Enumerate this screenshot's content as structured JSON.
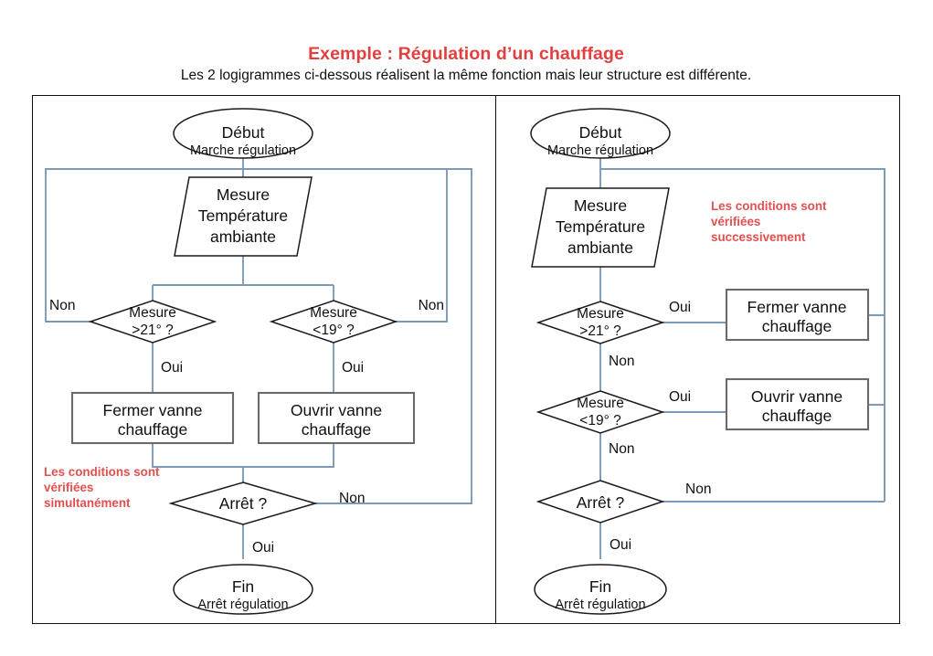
{
  "header": {
    "title": "Exemple : Régulation d’un chauffage",
    "subtitle": "Les 2 logigrammes ci-dessous réalisent la même fonction mais leur structure est différente."
  },
  "labels": {
    "oui": "Oui",
    "non": "Non"
  },
  "left_panel": {
    "note": [
      "Les conditions sont",
      "vérifiées",
      "simultanément"
    ],
    "start": {
      "line1": "Début",
      "line2": "Marche régulation"
    },
    "input": {
      "line1": "Mesure",
      "line2": "Température",
      "line3": "ambiante"
    },
    "decision_high": {
      "line1": "Mesure",
      "line2": ">21° ?"
    },
    "decision_low": {
      "line1": "Mesure",
      "line2": "<19° ?"
    },
    "action_close": {
      "line1": "Fermer vanne",
      "line2": "chauffage"
    },
    "action_open": {
      "line1": "Ouvrir vanne",
      "line2": "chauffage"
    },
    "decision_stop": {
      "line1": "Arrêt ?"
    },
    "end": {
      "line1": "Fin",
      "line2": "Arrêt régulation"
    },
    "edge_labels": {
      "high_non": "Non",
      "low_non": "Non",
      "high_oui": "Oui",
      "low_oui": "Oui",
      "stop_non": "Non",
      "stop_oui": "Oui"
    }
  },
  "right_panel": {
    "note": [
      "Les conditions sont",
      "vérifiées",
      "successivement"
    ],
    "start": {
      "line1": "Début",
      "line2": "Marche régulation"
    },
    "input": {
      "line1": "Mesure",
      "line2": "Température",
      "line3": "ambiante"
    },
    "decision_high": {
      "line1": "Mesure",
      "line2": ">21° ?"
    },
    "decision_low": {
      "line1": "Mesure",
      "line2": "<19° ?"
    },
    "action_close": {
      "line1": "Fermer vanne",
      "line2": "chauffage"
    },
    "action_open": {
      "line1": "Ouvrir vanne",
      "line2": "chauffage"
    },
    "decision_stop": {
      "line1": "Arrêt ?"
    },
    "end": {
      "line1": "Fin",
      "line2": "Arrêt régulation"
    },
    "edge_labels": {
      "high_oui": "Oui",
      "high_non": "Non",
      "low_oui": "Oui",
      "low_non": "Non",
      "stop_non": "Non",
      "stop_oui": "Oui"
    }
  },
  "colors": {
    "title_red": "#e2403f",
    "note_red": "#e2504f",
    "connector_blue": "#7d9ab4",
    "shape_outline": "#1a1a1a",
    "box_outline": "#6a6a6a",
    "frame": "#111111"
  }
}
